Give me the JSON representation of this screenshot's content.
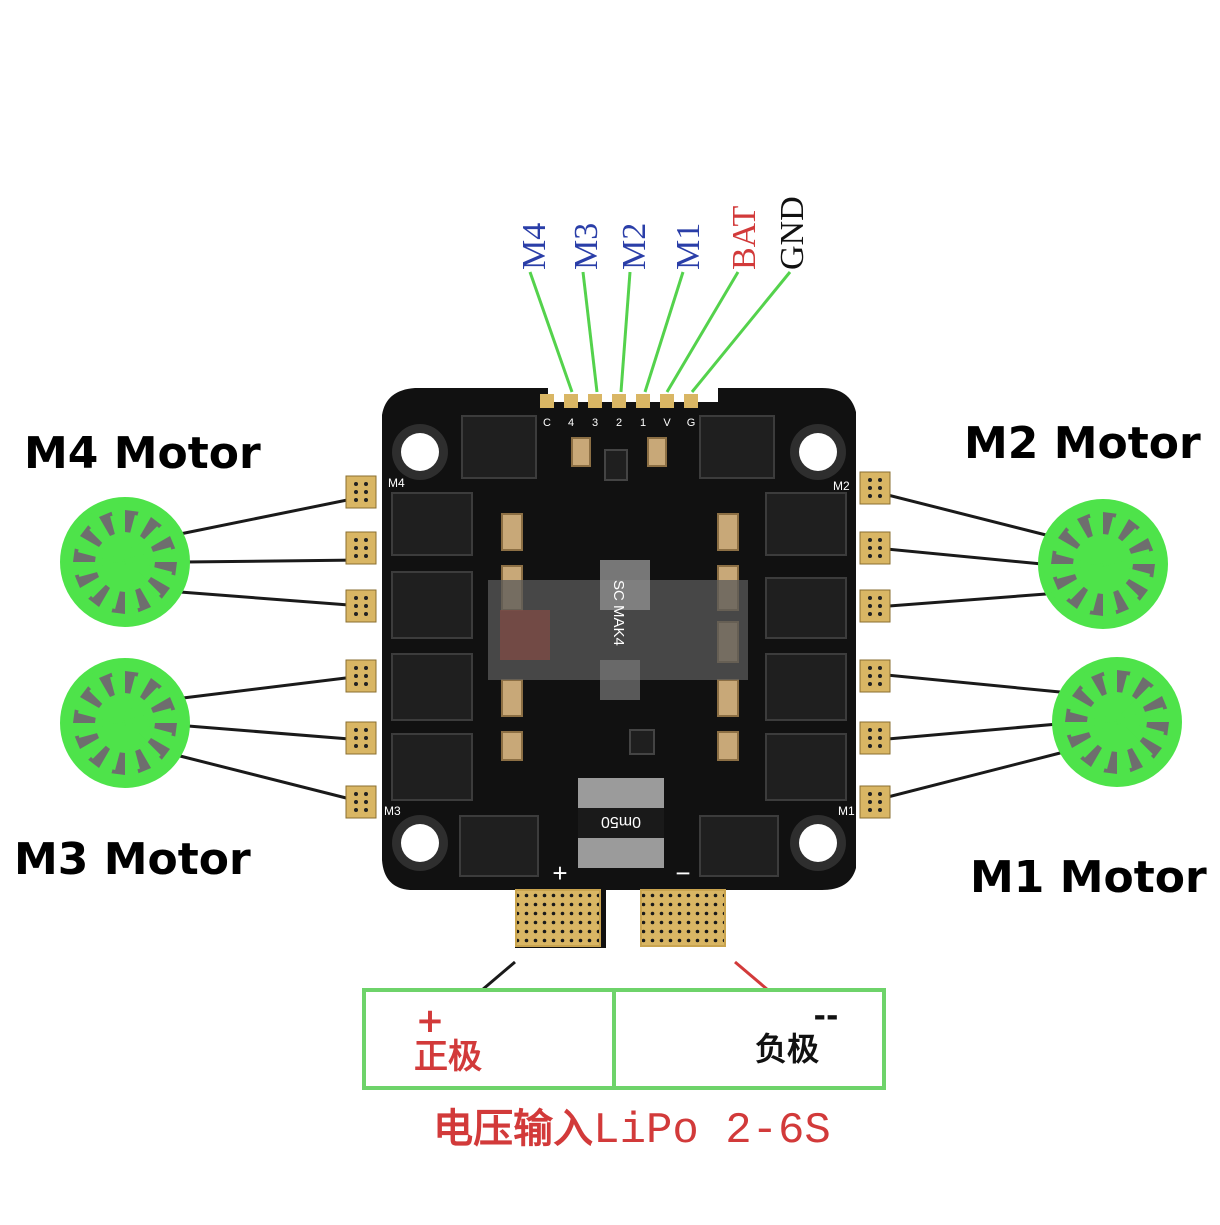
{
  "colors": {
    "wire": "#54d24c",
    "motor_green": "#4ee34a",
    "motor_gray": "#6e6e6e",
    "board": "#111111",
    "pad_gold": "#d9b664",
    "label_blue": "#2a3ea8",
    "label_red": "#d23a3a",
    "label_black": "#111111",
    "box_border": "#6ed36a"
  },
  "signal_pins": [
    {
      "label": "M4",
      "color": "#2a3ea8"
    },
    {
      "label": "M3",
      "color": "#2a3ea8"
    },
    {
      "label": "M2",
      "color": "#2a3ea8"
    },
    {
      "label": "M1",
      "color": "#2a3ea8"
    },
    {
      "label": "BAT",
      "color": "#d23a3a"
    },
    {
      "label": "GND",
      "color": "#111111"
    }
  ],
  "header_pad_labels": [
    "C",
    "4",
    "3",
    "2",
    "1",
    "V",
    "G"
  ],
  "motors": {
    "m4": "M4 Motor",
    "m2": "M2 Motor",
    "m3": "M3 Motor",
    "m1": "M1 Motor"
  },
  "board_labels": {
    "m4": "M4",
    "m2": "M2",
    "m3": "M3",
    "m1": "M1",
    "model": "SC MAK4",
    "shunt": "0m50",
    "plus": "+",
    "minus": "−"
  },
  "power_box": {
    "positive_sign": "+",
    "positive": "正极",
    "negative_sign": "--",
    "negative": "负极"
  },
  "voltage_input": {
    "cn": "电压输入",
    "spec": "LiPo 2-6S"
  }
}
